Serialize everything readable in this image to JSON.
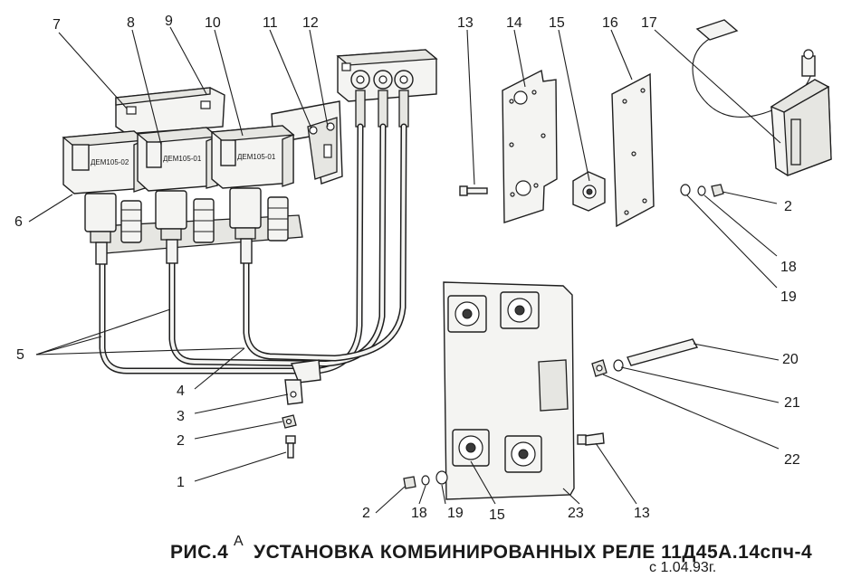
{
  "caption": {
    "prefix": "РИС.4",
    "superscript": "А",
    "text": "УСТАНОВКА КОМБИНИРОВАННЫХ РЕЛЕ 11Д45А.14спч-4",
    "date_note": "с 1.04.93г."
  },
  "relay_labels": [
    "ДЕМ105-02",
    "ДЕМ105-01",
    "ДЕМ105-01"
  ],
  "callouts": [
    "1",
    "2",
    "3",
    "4",
    "5",
    "6",
    "7",
    "8",
    "9",
    "10",
    "11",
    "12",
    "13",
    "14",
    "15",
    "16",
    "17",
    "2",
    "18",
    "19",
    "20",
    "21",
    "22",
    "23",
    "13",
    "15",
    "19",
    "18",
    "2"
  ]
}
